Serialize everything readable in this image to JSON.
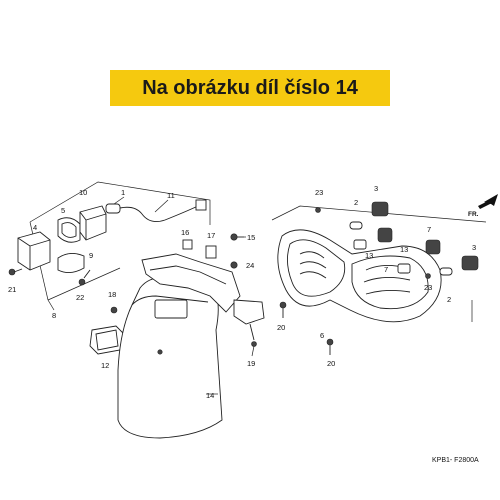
{
  "banner": {
    "text": "Na obrázku díl číslo 14"
  },
  "diagram": {
    "code": "KPB1- F2800A",
    "direction_label": "FR.",
    "callouts": {
      "c1": "1",
      "c2a": "2",
      "c2b": "2",
      "c3a": "3",
      "c3b": "3",
      "c4": "4",
      "c5": "5",
      "c6": "6",
      "c7a": "7",
      "c7b": "7",
      "c8": "8",
      "c9": "9",
      "c10": "10",
      "c11": "11",
      "c12": "12",
      "c13a": "13",
      "c13b": "13",
      "c14": "14",
      "c15": "15",
      "c16": "16",
      "c17": "17",
      "c18": "18",
      "c19": "19",
      "c20a": "20",
      "c20b": "20",
      "c21": "21",
      "c22": "22",
      "c23a": "23",
      "c23b": "23",
      "c24": "24"
    }
  }
}
